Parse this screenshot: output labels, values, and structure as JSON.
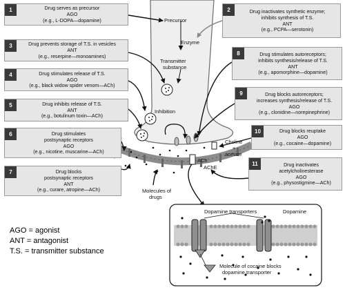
{
  "boxes": [
    {
      "num": "1",
      "lines": [
        "Drug serves as precursor",
        "AGO",
        "(e.g., L-DOPA—dopamine)"
      ]
    },
    {
      "num": "2",
      "lines": [
        "Drug inactivates synthetic enzyme;",
        "inhibits synthesis of T.S.",
        "ANT",
        "(e.g., PCPA—serotonin)"
      ]
    },
    {
      "num": "3",
      "lines": [
        "Drug prevents storage of T.S. in vesicles",
        "ANT",
        "(e.g., reserpine—monoamines)"
      ]
    },
    {
      "num": "8",
      "lines": [
        "Drug stimulates autoreceptors;",
        "inhibits synthesis/release of T.S.",
        "ANT",
        "(e.g., apomorphine—dopamine)"
      ]
    },
    {
      "num": "4",
      "lines": [
        "Drug stimulates release of T.S.",
        "AGO",
        "(e.g., black widow spider venom—ACh)"
      ]
    },
    {
      "num": "9",
      "lines": [
        "Drug blocks autoreceptors;",
        "increases synthesis/release of T.S.",
        "AGO",
        "(e.g., clonidine—norepinephrine)"
      ]
    },
    {
      "num": "5",
      "lines": [
        "Drug inhibits release of T.S.",
        "ANT",
        "(e.g., botulinum toxin—ACh)"
      ]
    },
    {
      "num": "6",
      "lines": [
        "Drug stimulates",
        "postsynaptic receptors",
        "AGO",
        "(e.g., nicotine, muscarine—ACh)"
      ]
    },
    {
      "num": "10",
      "lines": [
        "Drug blocks reuptake",
        "AGO",
        "(e.g., cocaine—dopamine)"
      ]
    },
    {
      "num": "7",
      "lines": [
        "Drug blocks",
        "postsynaptic receptors",
        "ANT",
        "(e.g., curare, atropine—ACh)"
      ]
    },
    {
      "num": "11",
      "lines": [
        "Drug inactivates",
        "acetylcholinesterase",
        "AGO",
        "(e.g., physostigmine—ACh)"
      ]
    }
  ],
  "labels": {
    "precursor": "Precursor",
    "enzyme": "Enzyme",
    "transmitter_line1": "Transmitter",
    "transmitter_line2": "substance",
    "inhibition": "Inhibition",
    "choline": "Choline",
    "plus": "+",
    "acetate": "acetate",
    "ach": "ACh",
    "ache": "AChE",
    "molecules_line1": "Molecules of",
    "molecules_line2": "drugs"
  },
  "inset": {
    "dopamine_transporters": "Dopamine transporters",
    "dopamine": "Dopamine",
    "cocaine_line1": "Molecule of cocaine blocks",
    "cocaine_line2": "dopamine transporter"
  },
  "legend": {
    "ago": "AGO = agonist",
    "ant": "ANT = antagonist",
    "ts": "T.S. = transmitter substance"
  },
  "colors": {
    "box_fill": "#e6e6e6",
    "number_tab": "#3a3a3a",
    "membrane": "#8c8c8c",
    "terminal": "#efefef"
  }
}
